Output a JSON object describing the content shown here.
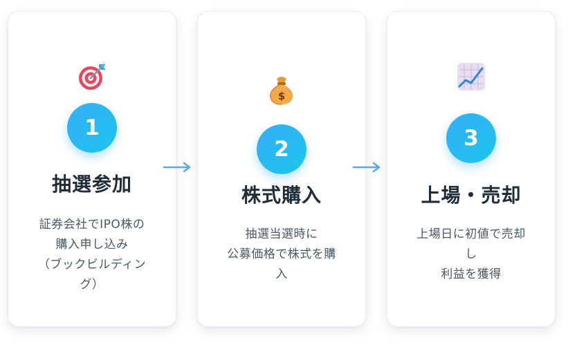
{
  "steps": [
    {
      "number": "1",
      "icon": "target-dart-icon",
      "title": "抽選参加",
      "description": [
        "証券会社でIPO株の",
        "購入申し込み",
        "（ブックビルディン",
        "グ）"
      ]
    },
    {
      "number": "2",
      "icon": "money-bag-icon",
      "title": "株式購入",
      "description": [
        "抽選当選時に",
        "公募価格で株式を購",
        "入"
      ]
    },
    {
      "number": "3",
      "icon": "rising-chart-icon",
      "title": "上場・売却",
      "description": [
        "上場日に初値で売却",
        "し",
        "利益を獲得"
      ]
    }
  ],
  "colors": {
    "accent": "#2fb6f3",
    "arrow": "#5aa8f0",
    "title": "#1f2d3a",
    "text": "#4a5764"
  }
}
